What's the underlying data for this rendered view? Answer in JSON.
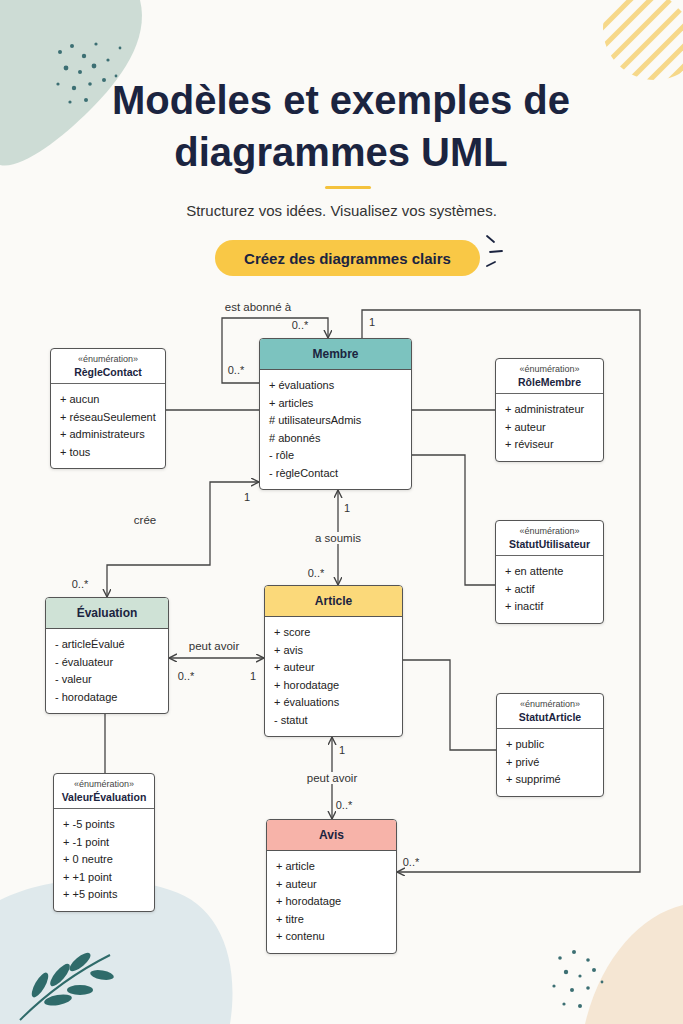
{
  "diagram": {
    "title": "Modèles et exemples de diagrammes UML",
    "caption": "Structurez vos idées. Visualisez vos systèmes.",
    "nodes": [
      {
        "text": [
          "Créez des diagrammes clairs"
        ]
      },
      {
        "text": [
          "Membre",
          "+ évaluations",
          "+ articles",
          "# utilisateursAdmis",
          "# abonnés",
          "- rôle",
          "- règleContact"
        ]
      },
      {
        "text": [
          "«énumération»",
          "RègleContact",
          "+ aucun",
          "+ réseauSeulement",
          "+ administrateurs",
          "+ tous"
        ]
      },
      {
        "text": [
          "«énumération»",
          "RôleMembre",
          "+ administrateur",
          "+ auteur",
          "+ réviseur"
        ]
      },
      {
        "text": [
          "«énumération»",
          "StatutUtilisateur",
          "+ en attente",
          "+ actif",
          "+ inactif"
        ]
      },
      {
        "text": [
          "Article",
          "+ score",
          "+ avis",
          "+ auteur",
          "+ horodatage",
          "+ évaluations",
          "- statut"
        ]
      },
      {
        "text": [
          "Évaluation",
          "- articleÉvalué",
          "- évaluateur",
          "- valeur",
          "- horodatage"
        ]
      },
      {
        "text": [
          "«énumération»",
          "StatutArticle",
          "+ public",
          "+ privé",
          "+ supprimé"
        ]
      },
      {
        "text": [
          "«énumération»",
          "ValeurÉvaluation",
          "+ -5 points",
          "+ -1 point",
          "+ 0 neutre",
          "+ +1 point",
          "+ +5 points"
        ]
      },
      {
        "text": [
          "Avis",
          "+ article",
          "+ auteur",
          "+ horodatage",
          "+ titre",
          "+ contenu"
        ]
      }
    ],
    "edges": [
      {
        "from": 1,
        "to": 1,
        "label": "est abonné à",
        "arrow": "to"
      },
      {
        "from": 2,
        "to": 1,
        "arrow": "none"
      },
      {
        "from": 1,
        "to": 3,
        "arrow": "none"
      },
      {
        "from": 1,
        "to": 4,
        "arrow": "none"
      },
      {
        "from": 1,
        "to": 6,
        "label": "crée",
        "arrow": "both"
      },
      {
        "from": 1,
        "to": 5,
        "label": "a soumis",
        "arrow": "both"
      },
      {
        "from": 6,
        "to": 5,
        "label": "peut avoir",
        "arrow": "both"
      },
      {
        "from": 5,
        "to": 7,
        "arrow": "none"
      },
      {
        "from": 5,
        "to": 9,
        "label": "peut avoir",
        "arrow": "both"
      },
      {
        "from": 6,
        "to": 8,
        "arrow": "none"
      },
      {
        "from": 1,
        "to": 9,
        "arrow": "to"
      }
    ],
    "labels": [
      "0..*",
      "0..*",
      "1",
      "1",
      "0..*",
      "1",
      "0..*",
      "0..*",
      "1",
      "1",
      "0..*",
      "0..*"
    ]
  }
}
